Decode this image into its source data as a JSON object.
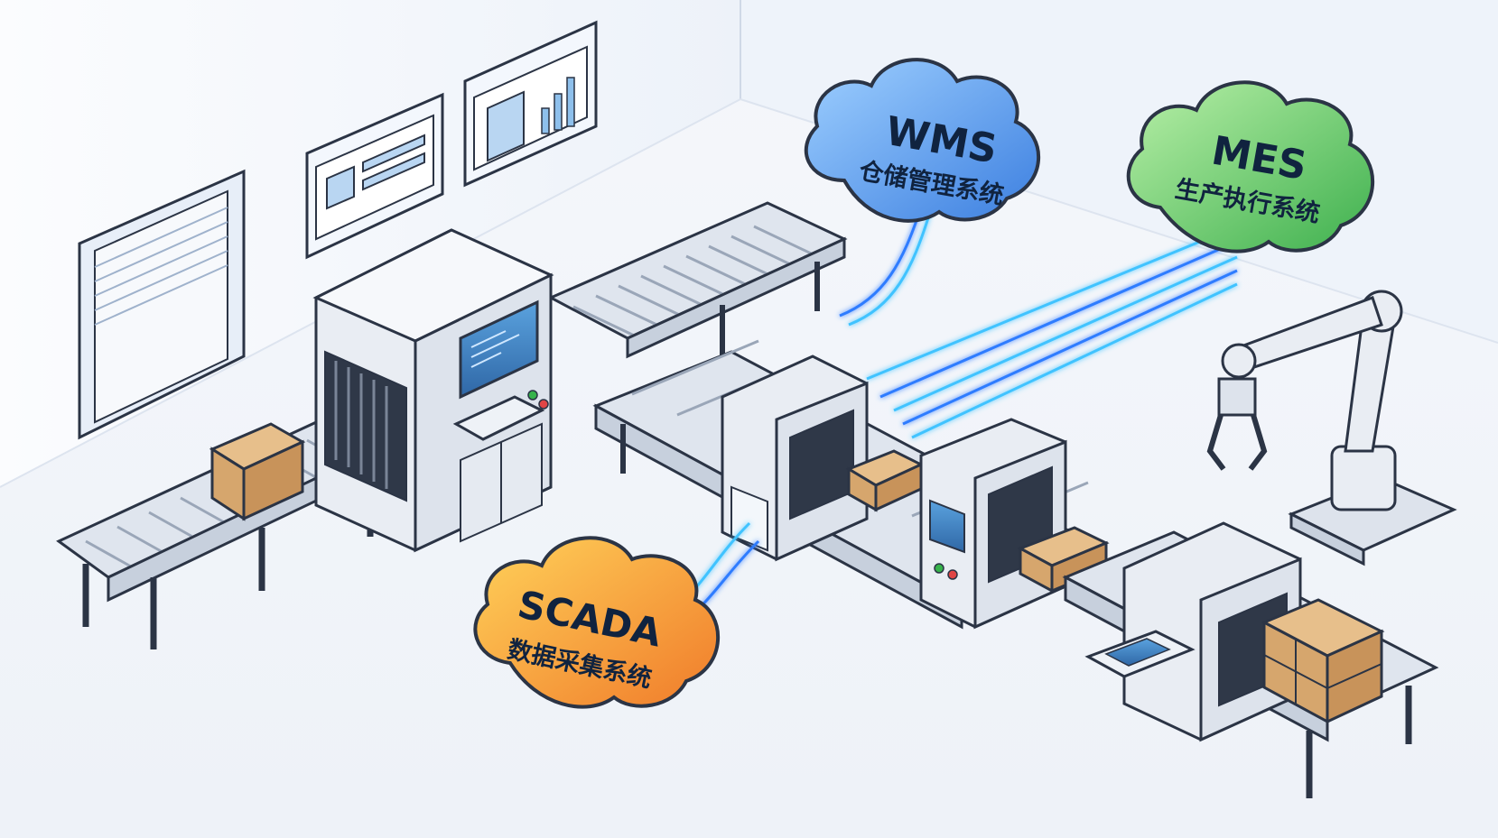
{
  "clouds": {
    "wms": {
      "title": "WMS",
      "subtitle": "仓储管理系统",
      "color": "#4f95e6",
      "color_dark": "#2f6fcf"
    },
    "mes": {
      "title": "MES",
      "subtitle": "生产执行系统",
      "color": "#5cc86a",
      "color_dark": "#34a24a"
    },
    "scada": {
      "title": "SCADA",
      "subtitle": "数据采集系统",
      "color": "#f6a24a",
      "color_dark": "#e9792a"
    }
  },
  "palette": {
    "outline": "#2b3445",
    "machine": "#e9edf3",
    "screen": "#4d8fc9",
    "box": "#d6a66d",
    "link_glow": "#3fc3ff"
  }
}
